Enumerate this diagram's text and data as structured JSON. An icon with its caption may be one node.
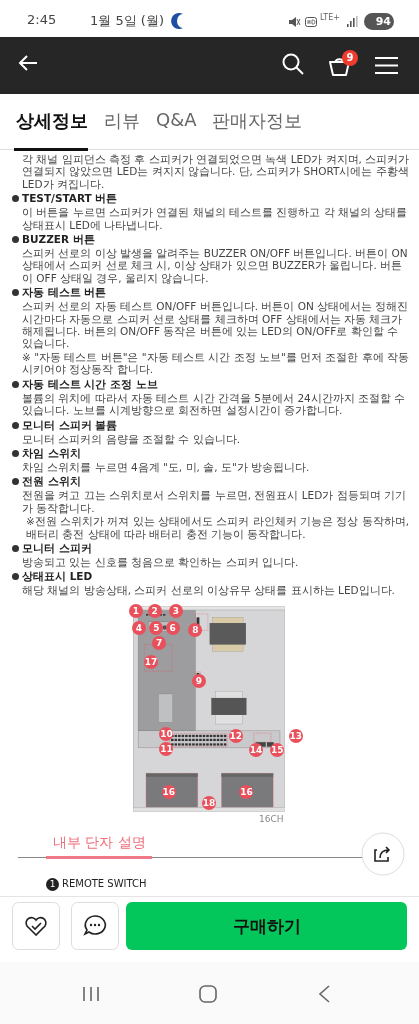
{
  "diagram": {
    "labels": [
      "2:45",
      "1월 5일 (월)",
      "LTE+",
      "94",
      "9",
      "상세정보",
      "리뷰",
      "Q&A",
      "판매자정보",
      "각 채널 임피던스 측정 후 스피커가 연결되었으면 녹색 LED가 켜지며, 스피커가 연결되지 않았으면 LED는 켜지지 않습니다. 단, 스피커가 SHORT시에는 주황색 LED가 켜집니다.",
      "TEST/START 버튼",
      "이 버튼을 누르면 스피커가 연결된 채널의 테스트를 진행하고 각 채널의 상태를 상태표시 LED에 나타냅니다.",
      "BUZZER 버튼",
      "스피커 선로의 이상 발생을 알려주는 BUZZER ON/OFF 버튼입니다. 버튼이 ON 상태에서 스피커 선로 체크 시, 이상 상태가 있으면 BUZZER가 울립니다. 버튼이 OFF 상태일 경우, 울리지 않습니다.",
      "자동 테스트 버튼",
      "스피커 선로의 자동 테스트 ON/OFF 버튼입니다. 버튼이 ON 상태에서는 정해진 시간마다 자동으로 스피커 선로 상태를 체크하며 OFF 상태에서는 자동 체크가 해제됩니다. 버튼의 ON/OFF 동작은 버튼에 있는 LED의 ON/OFF로 확인할 수 있습니다.",
      "※ \"자동 테스트 버튼\"은 \"자동 테스트 시간 조정 노브\"를 먼저 조절한 후에 작동시키어야 정상동작 합니다.",
      "자동 테스트 시간 조정 노브",
      "볼륨의 위치에 따라서 자동 테스트 시간 간격을 5분에서 24시간까지 조절할 수 있습니다. 노브를 시계방향으로 회전하면 설정시간이 증가합니다.",
      "모니터 스피커 볼륨",
      "모니터 스피커의 음량을 조절할 수 있습니다.",
      "차임 스위치",
      "차임 스위치를 누르면 4음계 \"도, 미, 솔, 도\"가 방송됩니다.",
      "전원 스위치",
      "전원을 켜고 끄는 스위치로서 스위치를 누르면, 전원표시 LED가 점등되며 기기가 동작합니다.",
      "※전원 스위치가 꺼져 있는 상태에서도 스피커 라인체커 기능은 정상 동작하며, 배터리 충전 상태에 따라 배터리 충전 기능이 동작합니다.",
      "모니터 스피커",
      "방송되고 있는 신호를 청음으로 확인하는 스피커 입니다.",
      "상태표시 LED",
      "해당 채널의 방송상태, 스피커 선로의 이상유무 상태를 표시하는 LED입니다.",
      "1",
      "2",
      "3",
      "4",
      "5",
      "6",
      "8",
      "7",
      "17",
      "9",
      "10",
      "12",
      "13",
      "11",
      "14",
      "15",
      "16",
      "16",
      "18",
      "16CH",
      "내부 단자 설명",
      "1",
      "REMOTE SWITCH",
      "구매하기"
    ]
  }
}
